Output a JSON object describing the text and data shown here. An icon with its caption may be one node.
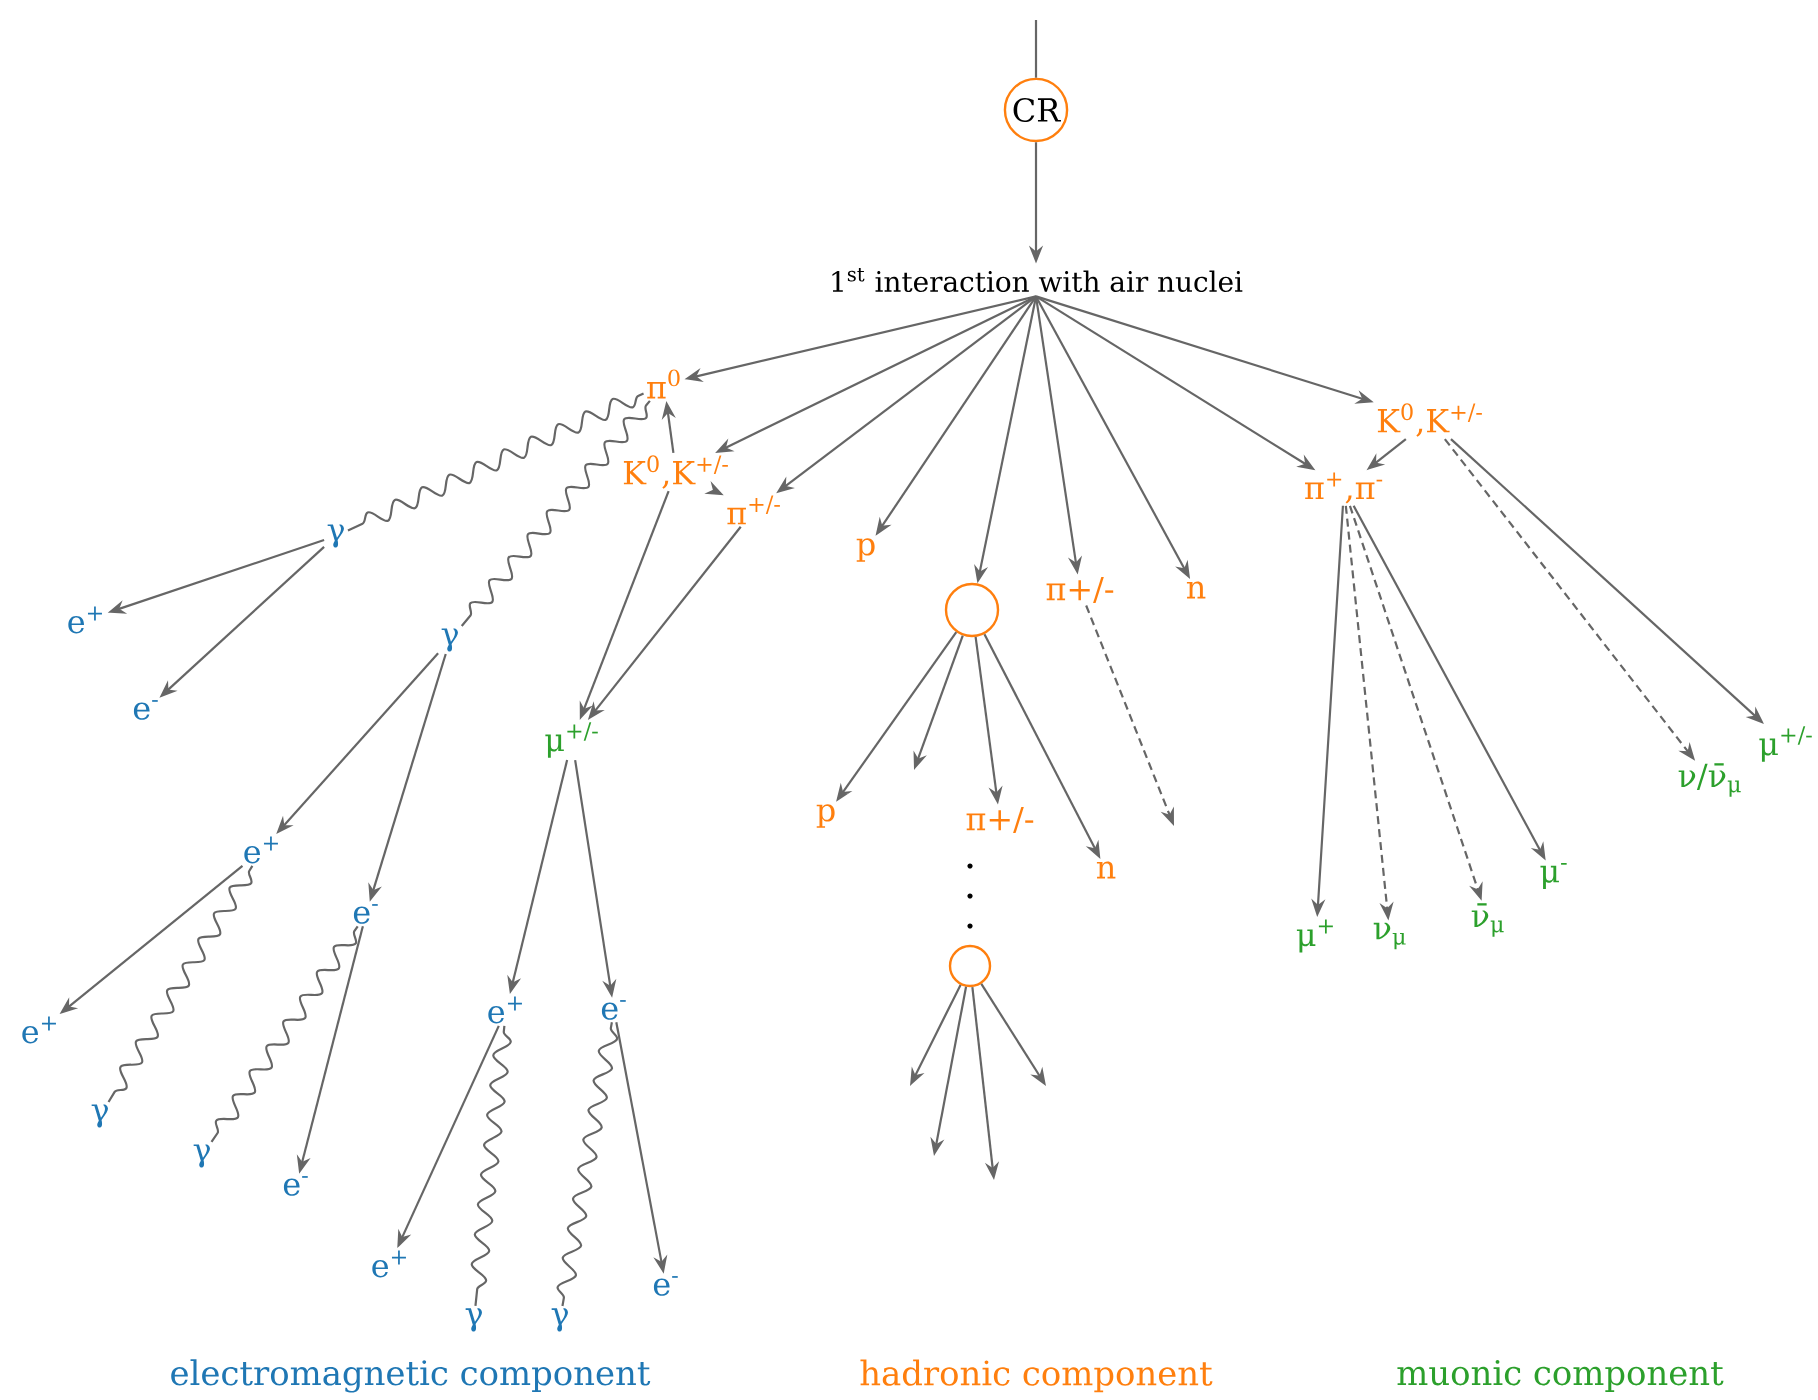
{
  "diagram": {
    "nodes": [
      {
        "text": [
          "CR"
        ]
      },
      {
        "text": [
          "1$^{st}$ interaction with air nuclei"
        ]
      },
      {
        "text": [
          "π$^{0}$"
        ]
      },
      {
        "text": [
          "K$^{0}$,K$^{+/-}$"
        ]
      },
      {
        "text": [
          "π$^{+/-}$"
        ]
      },
      {
        "text": [
          "p"
        ]
      },
      {
        "text": [],
        "shape": "circle"
      },
      {
        "text": [
          "π+/-"
        ]
      },
      {
        "text": [
          "n"
        ]
      },
      {
        "text": [
          "K$^{0}$,K$^{+/-}$"
        ]
      },
      {
        "text": [
          "π$^{+}$,π$^{-}$"
        ]
      },
      {
        "text": [
          "γ"
        ]
      },
      {
        "text": [
          "e$^{+}$"
        ]
      },
      {
        "text": [
          "e$^{-}$"
        ]
      },
      {
        "text": [
          "γ"
        ]
      },
      {
        "text": [
          "e$^{+}$"
        ]
      },
      {
        "text": [
          "e$^{-}$"
        ]
      },
      {
        "text": [
          "e$^{+}$"
        ]
      },
      {
        "text": [
          "γ"
        ]
      },
      {
        "text": [
          "γ"
        ]
      },
      {
        "text": [
          "e$^{-}$"
        ]
      },
      {
        "text": [
          "μ$^{+/-}$"
        ]
      },
      {
        "text": [
          "e$^{+}$"
        ]
      },
      {
        "text": [
          "e$^{-}$"
        ]
      },
      {
        "text": [
          "e$^{+}$"
        ]
      },
      {
        "text": [
          "γ"
        ]
      },
      {
        "text": [
          "γ"
        ]
      },
      {
        "text": [
          "e$^{-}$"
        ]
      },
      {
        "text": [
          "p"
        ]
      },
      {
        "text": [
          "π+/-"
        ]
      },
      {
        "text": [
          "n"
        ]
      },
      {
        "text": [],
        "shape": "circle"
      },
      {
        "text": [
          "μ$^{+}$"
        ]
      },
      {
        "text": [
          "ν$_{μ}$"
        ]
      },
      {
        "text": [
          "ν̄$_{μ}$"
        ]
      },
      {
        "text": [
          "μ$^{-}$"
        ]
      },
      {
        "text": [
          "ν/ν̄$_{μ}$"
        ]
      },
      {
        "text": [
          "μ$^{+/-}$"
        ]
      }
    ],
    "edges": [
      {
        "from": null,
        "to": 0,
        "arrow": "none"
      },
      {
        "from": 0,
        "to": 1,
        "arrow": "to"
      },
      {
        "from": 1,
        "to": 2,
        "arrow": "to"
      },
      {
        "from": 1,
        "to": 3,
        "arrow": "to"
      },
      {
        "from": 1,
        "to": 4,
        "arrow": "to"
      },
      {
        "from": 1,
        "to": 5,
        "arrow": "to"
      },
      {
        "from": 1,
        "to": 6,
        "arrow": "to"
      },
      {
        "from": 1,
        "to": 7,
        "arrow": "to"
      },
      {
        "from": 1,
        "to": 8,
        "arrow": "to"
      },
      {
        "from": 1,
        "to": 10,
        "arrow": "to"
      },
      {
        "from": 1,
        "to": 9,
        "arrow": "to"
      },
      {
        "from": 3,
        "to": 2,
        "arrow": "to"
      },
      {
        "from": 3,
        "to": 4,
        "arrow": "to"
      },
      {
        "from": 3,
        "to": 21,
        "arrow": "to"
      },
      {
        "from": 4,
        "to": 21,
        "arrow": "to"
      },
      {
        "from": 2,
        "to": 11,
        "arrow": "none"
      },
      {
        "from": 2,
        "to": 14,
        "arrow": "none"
      },
      {
        "from": 11,
        "to": 12,
        "arrow": "to"
      },
      {
        "from": 11,
        "to": 13,
        "arrow": "to"
      },
      {
        "from": 14,
        "to": 15,
        "arrow": "to"
      },
      {
        "from": 14,
        "to": 16,
        "arrow": "to"
      },
      {
        "from": 15,
        "to": 17,
        "arrow": "to"
      },
      {
        "from": 15,
        "to": 18,
        "arrow": "none"
      },
      {
        "from": 16,
        "to": 19,
        "arrow": "none"
      },
      {
        "from": 16,
        "to": 20,
        "arrow": "to"
      },
      {
        "from": 21,
        "to": 22,
        "arrow": "to"
      },
      {
        "from": 21,
        "to": 23,
        "arrow": "to"
      },
      {
        "from": 22,
        "to": 24,
        "arrow": "to"
      },
      {
        "from": 22,
        "to": 25,
        "arrow": "none"
      },
      {
        "from": 23,
        "to": 26,
        "arrow": "none"
      },
      {
        "from": 23,
        "to": 27,
        "arrow": "to"
      },
      {
        "from": 6,
        "to": 28,
        "arrow": "to"
      },
      {
        "from": 6,
        "to": null,
        "arrow": "to"
      },
      {
        "from": 6,
        "to": 29,
        "arrow": "to"
      },
      {
        "from": 6,
        "to": 30,
        "arrow": "to"
      },
      {
        "from": 7,
        "to": null,
        "arrow": "to",
        "style": "dashed"
      },
      {
        "from": 31,
        "to": null,
        "arrow": "to"
      },
      {
        "from": 31,
        "to": null,
        "arrow": "to"
      },
      {
        "from": 31,
        "to": null,
        "arrow": "to"
      },
      {
        "from": 31,
        "to": null,
        "arrow": "to"
      },
      {
        "from": 9,
        "to": 10,
        "arrow": "to"
      },
      {
        "from": 10,
        "to": 32,
        "arrow": "to"
      },
      {
        "from": 10,
        "to": 33,
        "arrow": "to",
        "style": "dashed"
      },
      {
        "from": 10,
        "to": 34,
        "arrow": "to",
        "style": "dashed"
      },
      {
        "from": 10,
        "to": 35,
        "arrow": "to"
      },
      {
        "from": 9,
        "to": 36,
        "arrow": "to",
        "style": "dashed"
      },
      {
        "from": 9,
        "to": 37,
        "arrow": "to"
      }
    ],
    "labels": [
      "electromagnetic component",
      "hadronic component",
      "muonic component"
    ]
  }
}
